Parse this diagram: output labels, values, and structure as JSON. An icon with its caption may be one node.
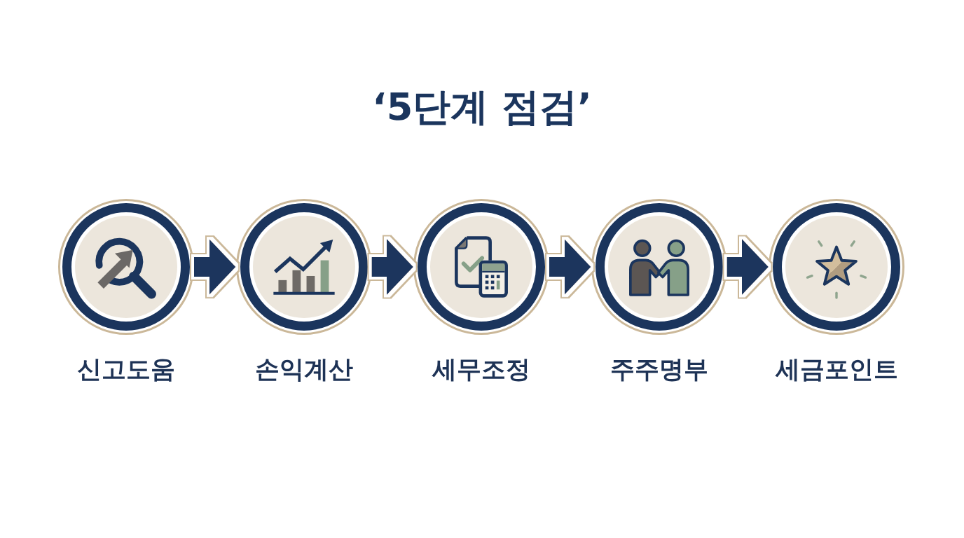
{
  "diagram": {
    "title": "‘5단계 점검’",
    "nodes": [
      {
        "text": [
          "신고도움"
        ]
      },
      {
        "text": [
          "손익계산"
        ]
      },
      {
        "text": [
          "세무조정"
        ]
      },
      {
        "text": [
          "주주명부"
        ]
      },
      {
        "text": [
          "세금포인트"
        ]
      }
    ],
    "edges": [
      {
        "from": 0,
        "to": 1,
        "arrow": "to"
      },
      {
        "from": 1,
        "to": 2,
        "arrow": "to"
      },
      {
        "from": 2,
        "to": 3,
        "arrow": "to"
      },
      {
        "from": 3,
        "to": 4,
        "arrow": "to"
      }
    ]
  }
}
